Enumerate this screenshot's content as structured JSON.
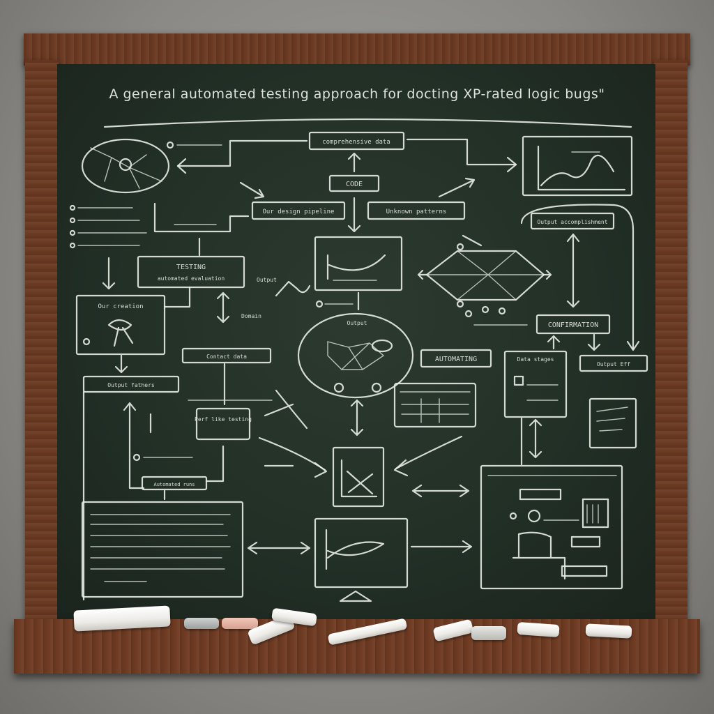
{
  "title": "A general automated testing approach for docting XP-rated logic bugs\"",
  "labels": {
    "top_center": "comprehensive data",
    "code": "CODE",
    "left_mid": "Our design pipeline",
    "right_mid": "Unknown patterns",
    "testing": "TESTING",
    "testing_sub": "automated evaluation",
    "left_box": "Our creation",
    "output": "Output",
    "domain": "Domain",
    "contact": "Contact data",
    "automating": "AUTOMATING",
    "confirmation": "CONFIRMATION",
    "right_small": "Output Eff",
    "perf": "Perf like testing",
    "bottom_left_small": "Automated runs",
    "left_small": "Output fathers",
    "data_right": "Data stages",
    "right_top_small": "Output accomplishment"
  },
  "colors": {
    "board": "#223026",
    "wood": "#6b3a22",
    "chalk": "#e8ece6"
  }
}
